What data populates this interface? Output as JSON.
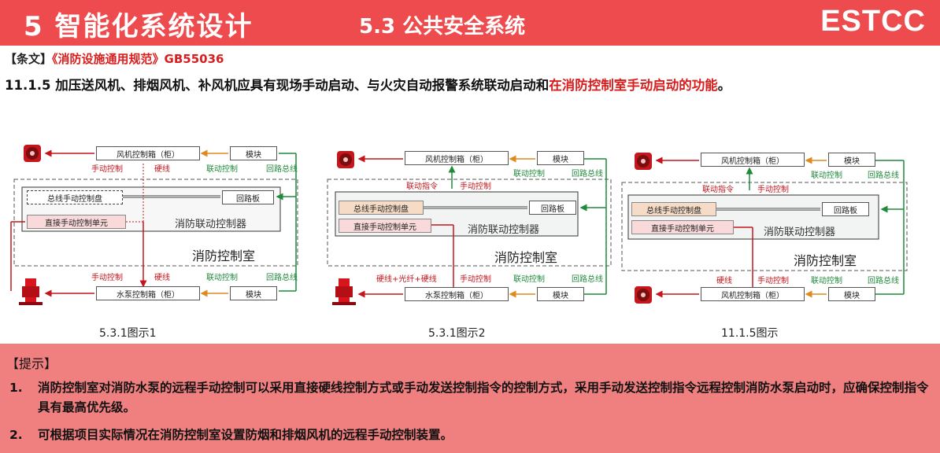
{
  "header": {
    "title": "5 智能化系统设计",
    "subtitle": "5.3 公共安全系统",
    "logo": "ESTCC"
  },
  "clause": {
    "label": "【条文】",
    "standard": "《消防设施通用规范》GB55036",
    "text_main": "11.1.5 加压送风机、排烟风机、补风机应具有现场手动启动、与火灾自动报警系统联动启动和",
    "text_highlight": "在消防控制室手动启动的功能",
    "text_end": "。"
  },
  "diagrams": [
    {
      "caption": "5.3.1图示1",
      "top_box": "风机控制箱（柜）",
      "module": "模块",
      "manual": "手动控制",
      "hardwire": "硬线",
      "linkage": "联动控制",
      "loop_bus": "回路总线",
      "bus_panel": "总线手动控制盘",
      "loop_board": "回路板",
      "direct_unit": "直接手动控制单元",
      "controller": "消防联动控制器",
      "room": "消防控制室",
      "bottom_box": "水泵控制箱（柜）",
      "bottom_manual": "手动控制",
      "bottom_hardwire": "硬线",
      "bottom_linkage": "联动控制",
      "bottom_module": "模块",
      "bottom_loop_bus": "回路总线"
    },
    {
      "caption": "5.3.1图示2",
      "top_box": "风机控制箱（柜）",
      "module": "模块",
      "linkage": "联动控制",
      "loop_bus": "回路总线",
      "linkage_cmd": "联动指令",
      "manual": "手动控制",
      "bus_panel": "总线手动控制盘",
      "loop_board": "回路板",
      "direct_unit": "直接手动控制单元",
      "controller": "消防联动控制器",
      "room": "消防控制室",
      "bottom_box": "水泵控制箱（柜）",
      "bottom_wire": "硬线+光纤+硬线",
      "bottom_manual": "手动控制",
      "bottom_linkage": "联动控制",
      "bottom_module": "模块",
      "bottom_loop_bus": "回路总线"
    },
    {
      "caption": "11.1.5图示",
      "top_box": "风机控制箱（柜）",
      "module": "模块",
      "linkage": "联动控制",
      "loop_bus": "回路总线",
      "linkage_cmd": "联动指令",
      "manual": "手动控制",
      "bus_panel": "总线手动控制盘",
      "loop_board": "回路板",
      "direct_unit": "直接手动控制单元",
      "controller": "消防联动控制器",
      "room": "消防控制室",
      "bottom_box": "风机控制箱（柜）",
      "bottom_wire": "硬线",
      "bottom_manual": "手动控制",
      "bottom_linkage": "联动控制",
      "bottom_module": "模块",
      "bottom_loop_bus": "回路总线"
    }
  ],
  "tip": {
    "title": "【提示】",
    "items": [
      {
        "num": "1.",
        "text": "消防控制室对消防水泵的远程手动控制可以采用直接硬线控制方式或手动发送控制指令的控制方式，采用手动发送控制指令远程控制消防水泵启动时，应确保控制指令具有最高优先级。"
      },
      {
        "num": "2.",
        "text": "可根据项目实际情况在消防控制室设置防烟和排烟风机的远程手动控制装置。"
      }
    ]
  },
  "colors": {
    "header_bg": "#ee4b4e",
    "tip_bg": "#f07f7f",
    "highlight": "#d81e1e",
    "signal_green": "#1f8a3a",
    "signal_orange": "#e08a1e",
    "signal_red": "#c4161c"
  },
  "icons": {
    "fan": "fan-icon",
    "pump": "pump-icon"
  }
}
